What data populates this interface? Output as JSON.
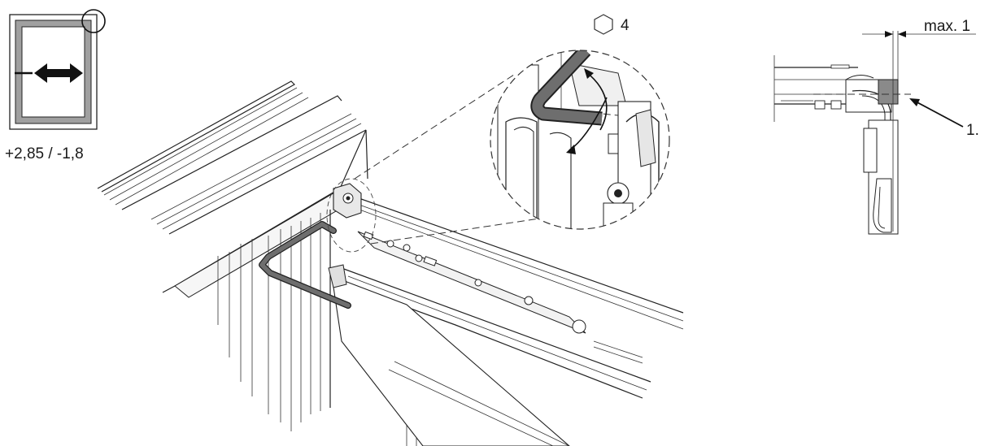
{
  "adjustment_icon": {
    "range_text": "+2,85 / -1,8",
    "icon": "horizontal-double-arrow-icon"
  },
  "tool": {
    "size_text": "4",
    "icon": "hexagon-icon"
  },
  "detail": {
    "clearance_text": "max. 1",
    "callout_text": "1."
  },
  "colors": {
    "line": "#222222",
    "frame_gray": "#9a9a9a",
    "key_gray": "#6e6e6e",
    "part_fill": "#8a8a8a"
  }
}
